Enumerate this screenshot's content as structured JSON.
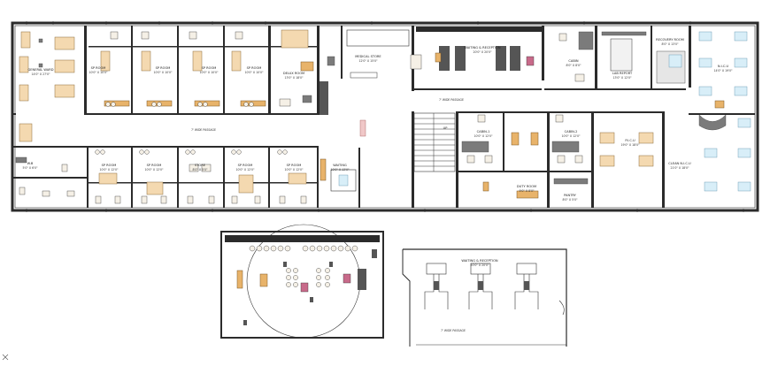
{
  "plan": {
    "rooms": {
      "general_ward": {
        "name": "GENERAL WARD",
        "size": "14'0\" X 27'0\""
      },
      "sp_room_1": {
        "name": "SP ROOM",
        "size": "10'0\" X 10'0\""
      },
      "sp_room_2": {
        "name": "SP ROOM",
        "size": "10'0\" X 10'0\""
      },
      "sp_room_3": {
        "name": "SP ROOM",
        "size": "10'0\" X 10'0\""
      },
      "sp_room_4": {
        "name": "SP ROOM",
        "size": "10'0\" X 10'0\""
      },
      "deluxe_room": {
        "name": "DELUX ROOM",
        "size": "13'0\" X 18'0\""
      },
      "medical_store": {
        "name": "MEDICAL STORE",
        "size": "12'0\" X 15'0\""
      },
      "waiting_reception": {
        "name": "WAITING & RECEPTION",
        "size": "20'0\" X 20'0\""
      },
      "cabin_top": {
        "name": "CABIN",
        "size": "8'0\" X 8'0\""
      },
      "lab_report": {
        "name": "LAB REPORT",
        "size": "13'0\" X 12'0\""
      },
      "recovery_room": {
        "name": "RECOVERY ROOM",
        "size": "8'0\" X 13'0\""
      },
      "nicu": {
        "name": "N.I.C.U",
        "size": "14'0\" X 19'0\""
      },
      "wb": {
        "name": "W.B",
        "size": "5'0\" X 6'0\""
      },
      "sp_room_b1": {
        "name": "SP ROOM",
        "size": "10'0\" X 12'0\""
      },
      "sp_room_b2": {
        "name": "SP ROOM",
        "size": "10'0\" X 12'0\""
      },
      "store_1": {
        "name": "STORE",
        "size": "8'0\" X 5'0\""
      },
      "sp_room_b3": {
        "name": "SP ROOM",
        "size": "10'0\" X 12'0\""
      },
      "sp_room_b4": {
        "name": "SP ROOM",
        "size": "10'0\" X 12'0\""
      },
      "waiting": {
        "name": "WAITING",
        "size": "10'0\" X 13'0\""
      },
      "cabin_1": {
        "name": "CABIN-1",
        "size": "10'0\" X 12'0\""
      },
      "cabin_2": {
        "name": "CABIN-2",
        "size": "10'0\" X 12'0\""
      },
      "picu": {
        "name": "P.I.C.U",
        "size": "19'0\" X 18'0\""
      },
      "clean_nicu": {
        "name": "CLEAN N.I.C.U",
        "size": "21'0\" X 18'0\""
      },
      "duty_room": {
        "name": "DUTY ROOM",
        "size": "9'0\" X 8'0\""
      },
      "pantry": {
        "name": "PANTRY",
        "size": "8'0\" X 5'0\""
      }
    },
    "passages": {
      "left": "7' WIDE PASSAGE",
      "right": "7' WIDE PASSAGE",
      "detail": "7' WIDE PASSAGE"
    },
    "up_label": "UP",
    "detail_title": {
      "name": "WAITING & RECEPTION",
      "size": "20'0\" X 20'0\""
    }
  },
  "colors": {
    "wall": "#2b2b2b",
    "bed": "#f4d9b0",
    "sofa": "#e8b36a",
    "tile": "#d8eef8",
    "gray": "#7b7b7b"
  }
}
